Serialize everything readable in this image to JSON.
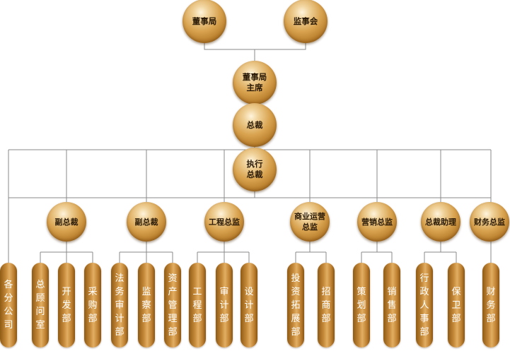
{
  "nodes": {
    "board": "董事局",
    "supervisory": "监事会",
    "chairman": "董事局\n主席",
    "president": "总裁",
    "executive": "执行\n总裁",
    "vp1": "副总裁",
    "vp2": "副总裁",
    "eng_director": "工程总监",
    "commercial_director": "商业运营\n总监",
    "marketing_director": "营销总监",
    "assistant_president": "总裁助理",
    "finance_director": "财务总监"
  },
  "departments": {
    "branches": "各分公司",
    "consultant": "总顾问室",
    "development": "开发部",
    "purchasing": "采购部",
    "legal_audit": "法务审计部",
    "supervision": "监察部",
    "asset_mgmt": "资产管理部",
    "engineering": "工程部",
    "cost_audit": "审计部",
    "design": "设计部",
    "investment": "投资拓展部",
    "merchants": "招商部",
    "planning": "策划部",
    "sales": "销售部",
    "admin_hr": "行政人事部",
    "security": "保卫部",
    "finance": "财务部"
  },
  "colors": {
    "line": "#8a8a8a",
    "gold_dark": "#8d5a16",
    "gold_light": "#f0d29a"
  }
}
